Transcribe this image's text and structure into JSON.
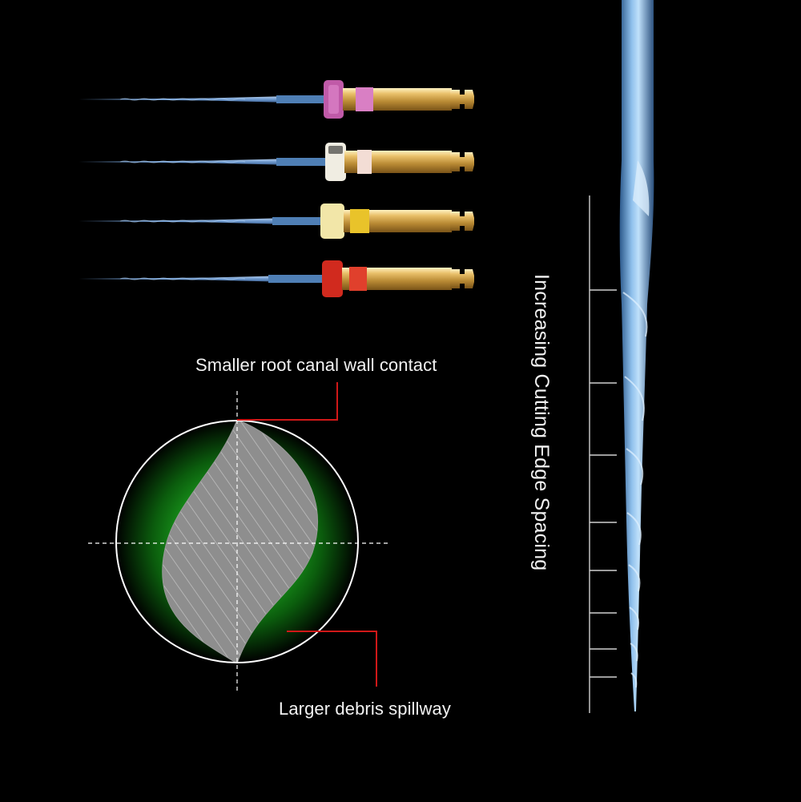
{
  "labels": {
    "wall_contact": "Smaller root canal wall contact",
    "debris_spillway": "Larger debris spillway",
    "cutting_edge_spacing": "Increasing Cutting Edge Spacing"
  },
  "files": [
    {
      "name": "file-purple",
      "ring_color": "#c05aa8",
      "band_color": "#d97fc4"
    },
    {
      "name": "file-white",
      "ring_color": "#f0ede2",
      "band_color": "#f3ddd5"
    },
    {
      "name": "file-yellow",
      "ring_color": "#f2e6a8",
      "band_color": "#e9c32a"
    },
    {
      "name": "file-red",
      "ring_color": "#d12a1e",
      "band_color": "#e0402c"
    }
  ],
  "colors": {
    "background": "#000000",
    "shaft_blue": "#7ea9d8",
    "handle_gold": "#d9ad55",
    "leader_red": "#d01818",
    "glow_green": "#19a51f",
    "cross_section_fill": "#8f8f8f"
  }
}
